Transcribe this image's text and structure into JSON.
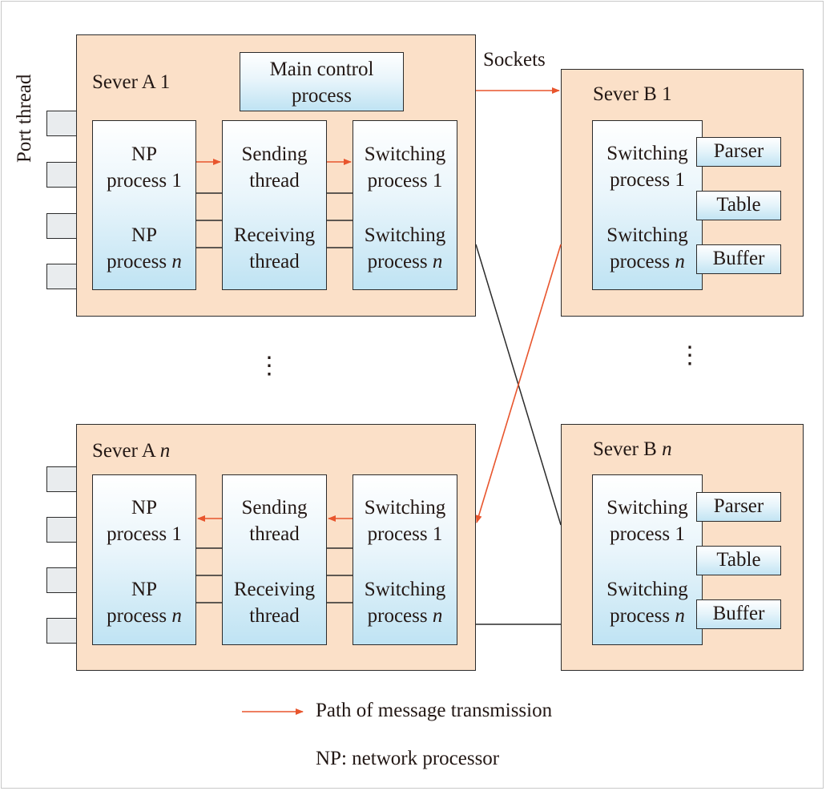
{
  "server_a1": {
    "title": "Sever A 1",
    "main_control": "Main control\nprocess",
    "np_1": "NP\nprocess 1",
    "np_n_prefix": "NP\nprocess ",
    "np_n_var": "n",
    "sending": "Sending\nthread",
    "receiving": "Receiving\nthread",
    "switch_1": "Switching\nprocess 1",
    "switch_n_prefix": "Switching\nprocess ",
    "switch_n_var": "n"
  },
  "server_an": {
    "title_prefix": "Sever A ",
    "title_var": "n",
    "np_1": "NP\nprocess 1",
    "np_n_prefix": "NP\nprocess ",
    "np_n_var": "n",
    "sending": "Sending\nthread",
    "receiving": "Receiving\nthread",
    "switch_1": "Switching\nprocess 1",
    "switch_n_prefix": "Switching\nprocess ",
    "switch_n_var": "n"
  },
  "server_b1": {
    "title": "Sever B 1",
    "switch_1": "Switching\nprocess 1",
    "switch_n_prefix": "Switching\nprocess ",
    "switch_n_var": "n",
    "parser": "Parser",
    "table": "Table",
    "buffer": "Buffer"
  },
  "server_bn": {
    "title_prefix": "Sever B ",
    "title_var": "n",
    "switch_1": "Switching\nprocess 1",
    "switch_n_prefix": "Switching\nprocess ",
    "switch_n_var": "n",
    "parser": "Parser",
    "table": "Table",
    "buffer": "Buffer"
  },
  "labels": {
    "port_thread": "Port thread",
    "sockets": "Sockets",
    "vdots": "⋮"
  },
  "legend": {
    "path_label": "Path of message transmission",
    "np_note": "NP: network processor"
  },
  "colors": {
    "server_fill": "#fbe0c8",
    "arrow": "#e8552d",
    "line": "#2b2b2b"
  }
}
